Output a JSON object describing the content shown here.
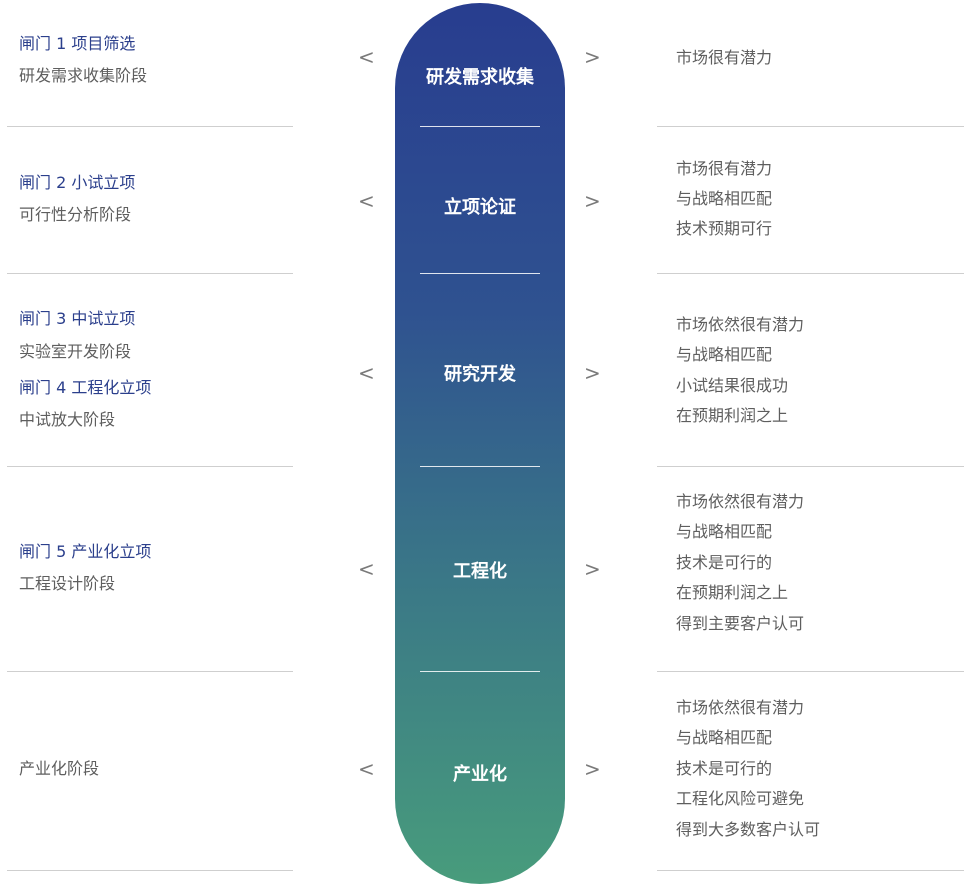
{
  "rows": [
    {
      "left": [
        {
          "kind": "gate",
          "text": "闸门 1 项目筛选"
        },
        {
          "kind": "phase",
          "text": "研发需求收集阶段"
        }
      ],
      "stage": "研发需求收集",
      "criteria": [
        "市场很有潜力"
      ]
    },
    {
      "left": [
        {
          "kind": "gate",
          "text": "闸门 2 小试立项"
        },
        {
          "kind": "phase",
          "text": "可行性分析阶段"
        }
      ],
      "stage": "立项论证",
      "criteria": [
        "市场很有潜力",
        "与战略相匹配",
        "技术预期可行"
      ]
    },
    {
      "left": [
        {
          "kind": "gate",
          "text": "闸门 3 中试立项"
        },
        {
          "kind": "phase",
          "text": "实验室开发阶段"
        },
        {
          "kind": "gate",
          "text": "闸门 4 工程化立项"
        },
        {
          "kind": "phase",
          "text": "中试放大阶段"
        }
      ],
      "stage": "研究开发",
      "criteria": [
        "市场依然很有潜力",
        "与战略相匹配",
        "小试结果很成功",
        "在预期利润之上"
      ]
    },
    {
      "left": [
        {
          "kind": "gate",
          "text": "闸门 5 产业化立项"
        },
        {
          "kind": "phase",
          "text": "工程设计阶段"
        }
      ],
      "stage": "工程化",
      "criteria": [
        "市场依然很有潜力",
        "与战略相匹配",
        "技术是可行的",
        "在预期利润之上",
        "得到主要客户认可"
      ]
    },
    {
      "left": [
        {
          "kind": "phase",
          "text": "产业化阶段"
        }
      ],
      "stage": "产业化",
      "criteria": [
        "市场依然很有潜力",
        "与战略相匹配",
        "技术是可行的",
        "工程化风险可避免",
        "得到大多数客户认可"
      ]
    }
  ],
  "arrows": {
    "left": "<",
    "right": ">"
  },
  "colors": {
    "gate_text": "#2b3f8c",
    "body_text": "#5e5e5e",
    "divider": "#cfcfcf",
    "gradient_top": "#283d8f",
    "gradient_bottom": "#489c7c"
  }
}
